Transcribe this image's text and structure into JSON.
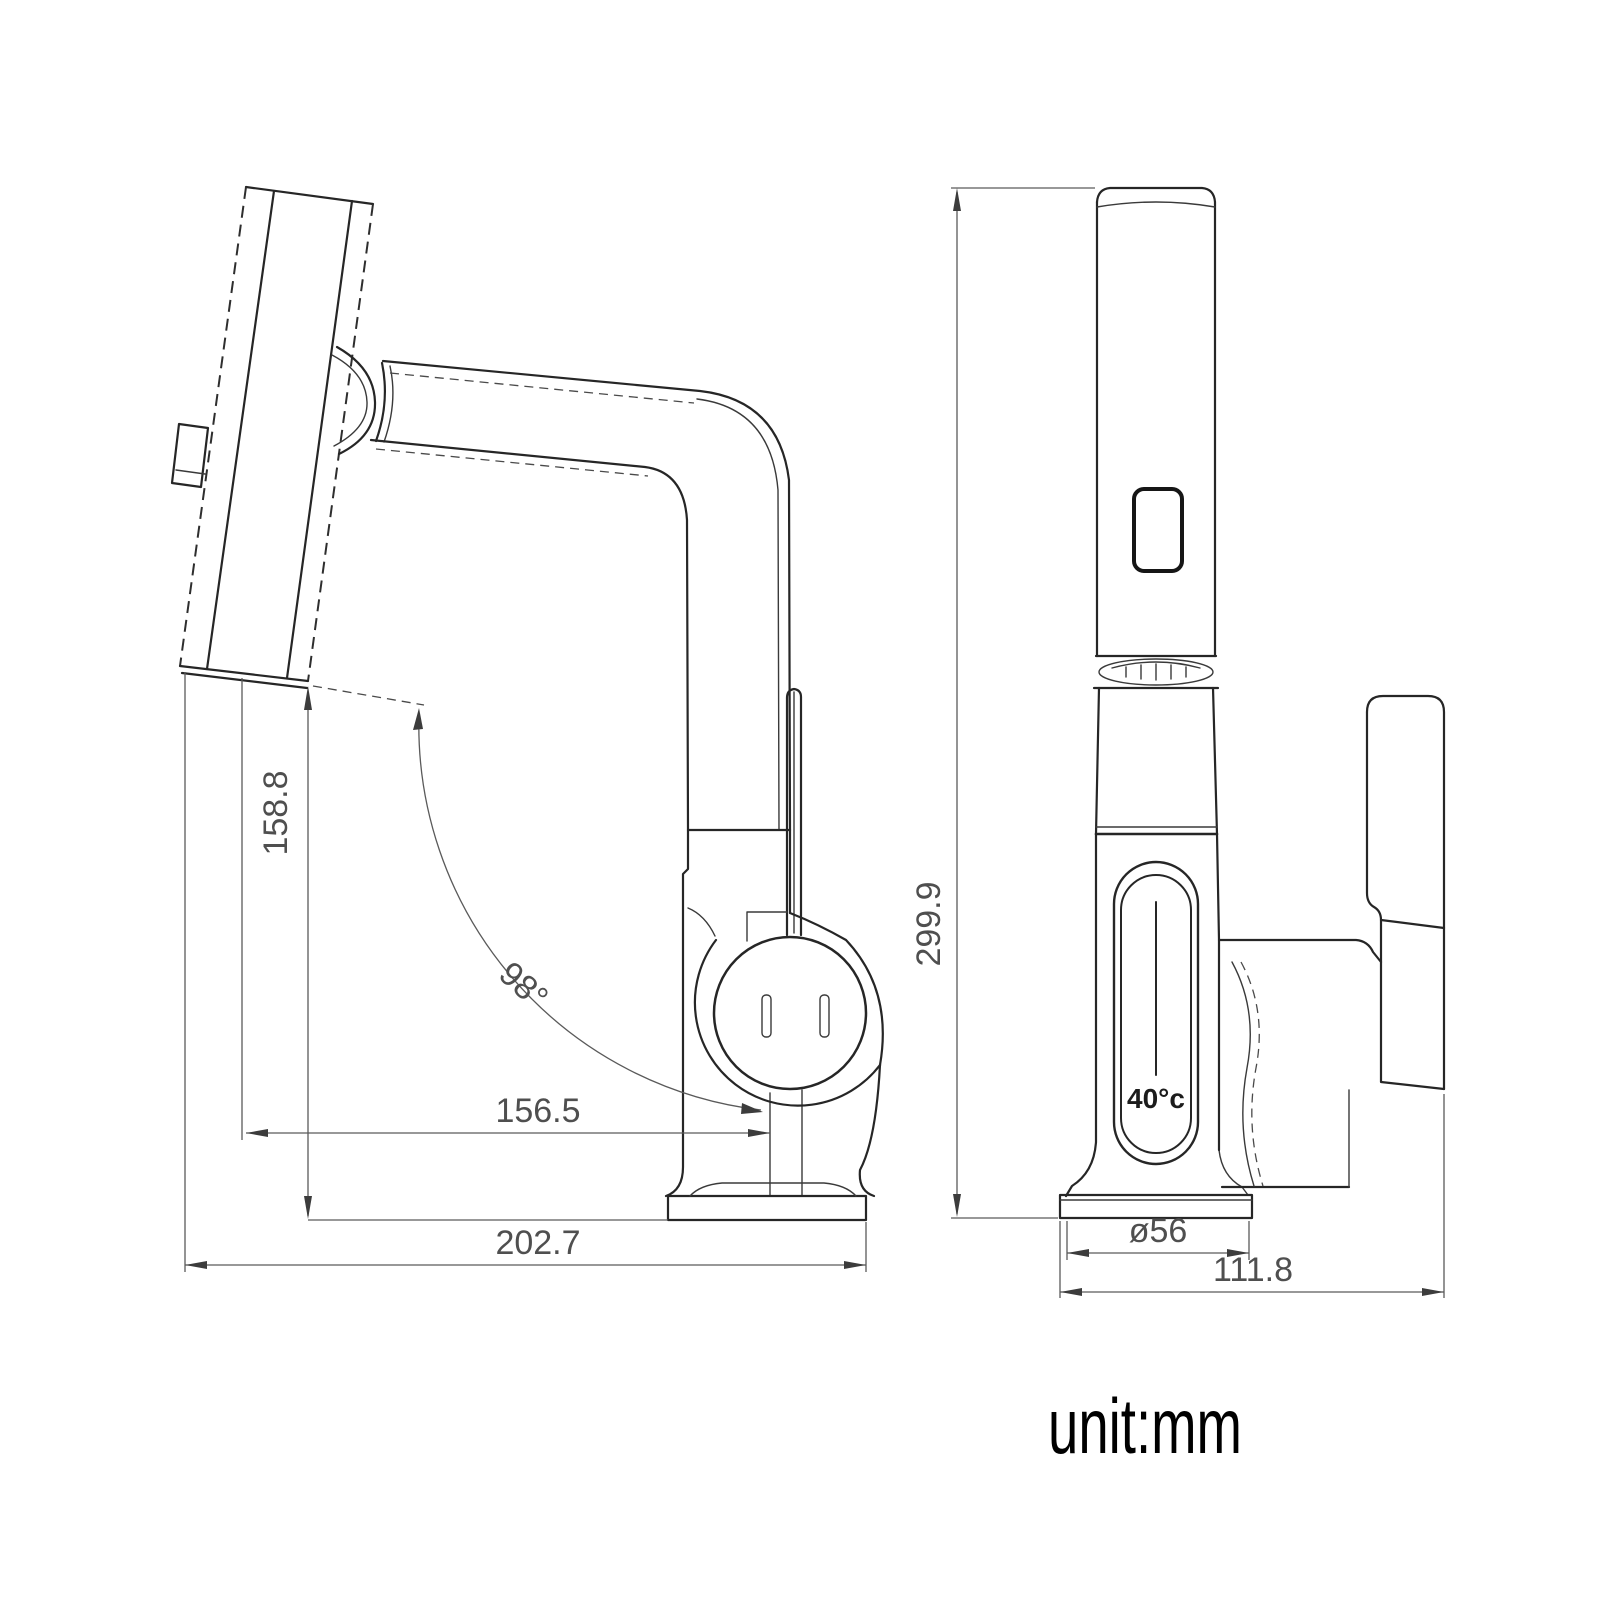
{
  "drawing": {
    "title": "faucet-dimension-drawing",
    "unit_label": "unit:mm",
    "side_view": {
      "spout_swivel_height": "158.8",
      "swivel_angle": "98°",
      "spout_reach": "156.5",
      "overall_depth": "202.7"
    },
    "front_view": {
      "overall_height": "299.9",
      "base_diameter": "ø56",
      "overall_width": "111.8",
      "temperature_display": "40°c"
    }
  }
}
